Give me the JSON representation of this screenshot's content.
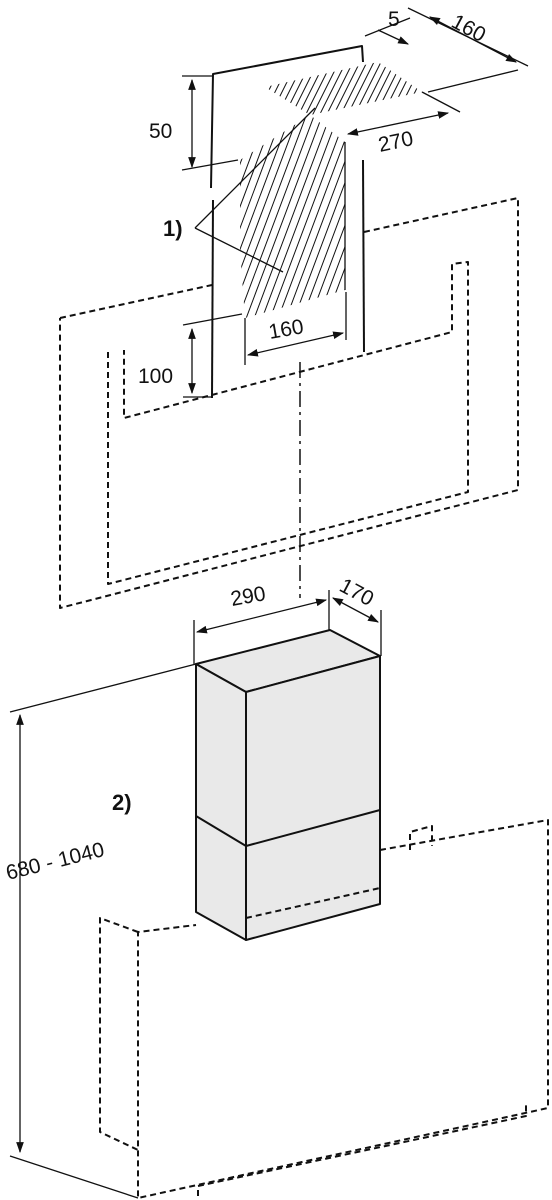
{
  "callouts": {
    "one": "1)",
    "two": "2)"
  },
  "dimensions": {
    "offset_5": "5",
    "depth_160_top": "160",
    "height_50": "50",
    "width_270": "270",
    "height_100": "100",
    "width_160": "160",
    "width_290": "290",
    "depth_170": "170",
    "height_range": "680 - 1040"
  },
  "colors": {
    "line": "#111111",
    "duct_fill": "#e9e9e9",
    "background": "#ffffff"
  }
}
